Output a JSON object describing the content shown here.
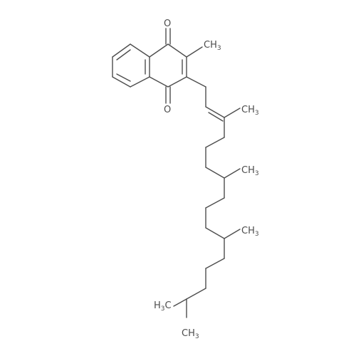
{
  "molecule": {
    "labels": {
      "o_top": "O",
      "o_bottom": "O",
      "ch3_ring": "CH",
      "ch3_ring_sub": "3",
      "ch3_1": "CH",
      "ch3_1_sub": "3",
      "ch3_2": "CH",
      "ch3_2_sub": "3",
      "ch3_3": "CH",
      "ch3_3_sub": "3",
      "h3c_end": "H",
      "h3c_end_sub": "3",
      "h3c_end_c": "C",
      "ch3_end": "CH",
      "ch3_end_sub": "3"
    },
    "colors": {
      "bond": "#4d4d4d",
      "label": "#4d4d4d",
      "background": "#ffffff"
    }
  }
}
